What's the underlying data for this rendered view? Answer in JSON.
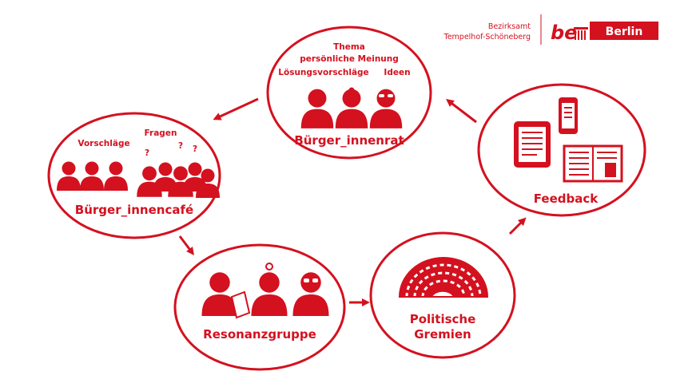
{
  "brand": {
    "district_line1": "Bezirksamt",
    "district_line2": "Tempelhof-Schöneberg",
    "be_text": "be",
    "berlin_text": "Berlin"
  },
  "colors": {
    "red": "#d4111f",
    "white": "#ffffff"
  },
  "nodes": {
    "buergerrat": {
      "title": "Bürger_innenrat",
      "topics": {
        "thema": "Thema",
        "meinung": "persönliche Meinung",
        "loesung": "Lösungsvorschläge",
        "ideen": "Ideen"
      }
    },
    "cafe": {
      "title": "Bürger_innencafé",
      "label_vorschlaege": "Vorschläge",
      "label_fragen": "Fragen",
      "question_mark": "?"
    },
    "resonanz": {
      "title": "Resonanzgruppe"
    },
    "gremien": {
      "title_line1": "Politische",
      "title_line2": "Gremien"
    },
    "feedback": {
      "title": "Feedback"
    }
  },
  "icons": [
    "people-group-icon",
    "tablet-icon",
    "smartphone-icon",
    "newspaper-icon",
    "parliament-icon",
    "arrow-icon"
  ]
}
